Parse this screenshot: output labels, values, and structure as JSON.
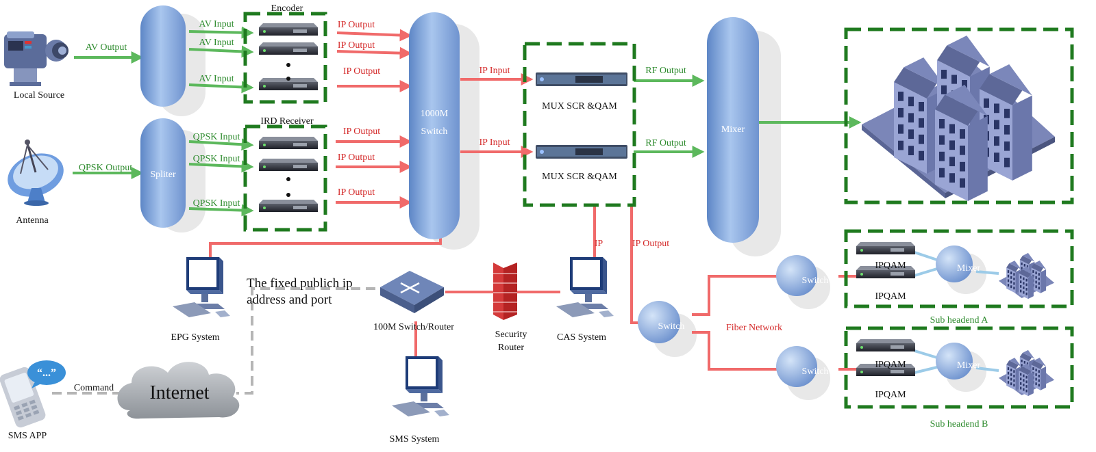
{
  "colors": {
    "av_link": "#5cb85c",
    "ip_link": "#f06a6a",
    "dash_box": "#1f7a1f",
    "pill": "#7fa6dc",
    "shadow": "#e6e6e6",
    "label_green": "#2e8b2e",
    "label_red": "#d42a2a",
    "dashed_internet": "#b0b0b0"
  },
  "sources": {
    "local_source": "Local Source",
    "antenna": "Antenna",
    "sms_app": "SMS APP"
  },
  "links": {
    "av_output": "AV Output",
    "qpsk_output": "QPSK Output",
    "av_input": "AV Input",
    "qpsk_input": "QPSK Input",
    "ip_output": "IP Output",
    "ip_input": "IP Input",
    "rf_output": "RF Output",
    "ip": "IP",
    "fiber_network": "Fiber Network",
    "command": "Command"
  },
  "devices": {
    "encoder": "Encoder",
    "ird_receiver": "IRD Receiver",
    "spliter": "Spliter",
    "switch_1000m": [
      "1000M",
      "Switch"
    ],
    "mux": "MUX SCR &QAM",
    "mixer": "Mixer",
    "switch": "Switch",
    "ipqam": "IPQAM",
    "router": "100M Switch/Router",
    "security_router": [
      "Security",
      "Router"
    ],
    "fixed_ip": [
      "The fixed publich ip",
      "address and port"
    ],
    "internet": "Internet"
  },
  "systems": {
    "epg": "EPG System",
    "cas": "CAS System",
    "sms": "SMS System"
  },
  "headends": {
    "a": "Sub headend A",
    "b": "Sub headend B"
  },
  "icons": [
    "camera-icon",
    "satellite-dish-icon",
    "phone-icon",
    "computer-icon",
    "router-icon",
    "firewall-icon",
    "cloud-icon",
    "buildings-icon",
    "rack-device-icon"
  ]
}
